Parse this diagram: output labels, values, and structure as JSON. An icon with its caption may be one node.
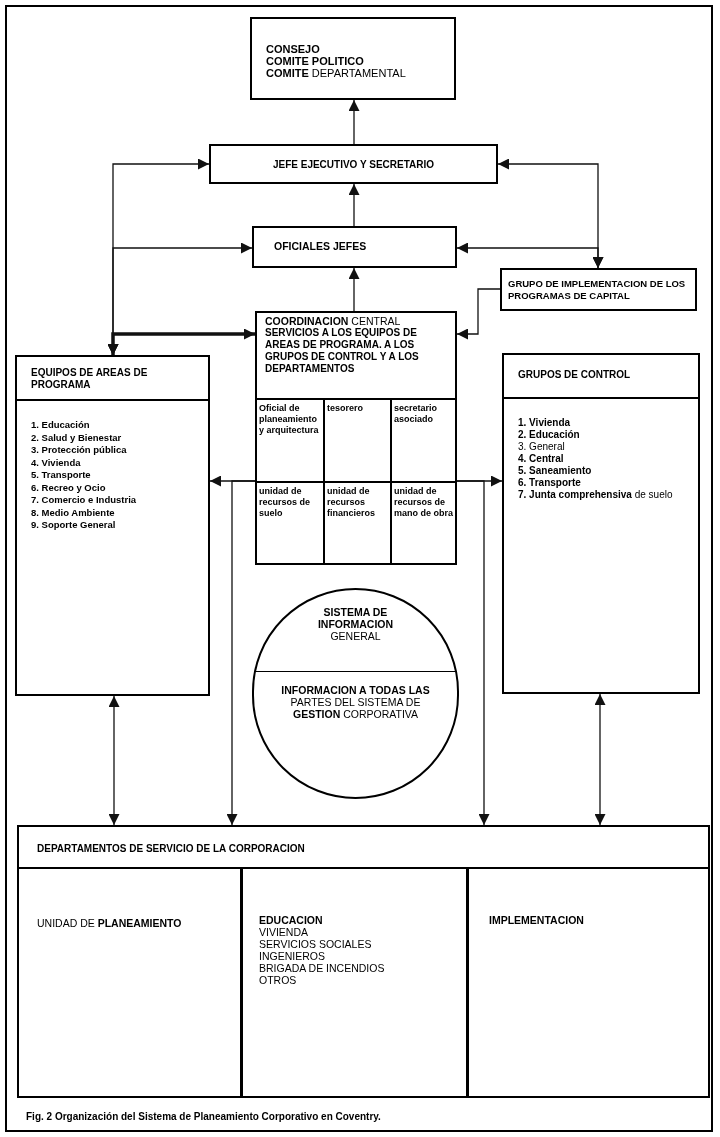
{
  "diagram": {
    "caption": "Fig. 2 Organización del Sistema de Planeamiento Corporativo en Coventry.",
    "nodes": [
      {
        "text": [
          "**CONSEJO**",
          "**COMITE POLITICO**",
          "**COMITE** DEPARTAMENTAL"
        ]
      },
      {
        "text": [
          "**JEFE EJECUTIVO Y SECRETARIO**"
        ]
      },
      {
        "text": [
          "**OFICIALES JEFES**"
        ]
      },
      {
        "text": [
          "**GRUPO DE IMPLEMENTACION DE LOS PROGRAMAS DE CAPITAL**"
        ]
      },
      {
        "text": [
          "**COORDINACION** CENTRAL",
          "**SERVICIOS A LOS EQUIPOS DE AREAS DE PROGRAMA. A LOS GRUPOS DE CONTROL Y A LOS DEPARTAMENTOS**"
        ]
      },
      {
        "text": [
          "**Oficial de planeamiento y arquitectura**"
        ],
        "in": 4
      },
      {
        "text": [
          "**tesorero**"
        ],
        "in": 4
      },
      {
        "text": [
          "**secretario asociado**"
        ],
        "in": 4
      },
      {
        "text": [
          "**unidad de recursos de suelo**"
        ],
        "in": 4
      },
      {
        "text": [
          "**unidad de recursos financieros**"
        ],
        "in": 4
      },
      {
        "text": [
          "**unidad de recursos de mano de obra**"
        ],
        "in": 4
      },
      {
        "text": [
          "**EQUIPOS DE AREAS DE PROGRAMA**",
          "**1. Educación**",
          "**2. Salud y Bienestar**",
          "**3. Protección pública**",
          "**4. Vivienda**",
          "**5. Transporte**",
          "**6. Recreo y Ocio**",
          "**7. Comercio e Industria**",
          "**8. Medio Ambiente**",
          "**9. Soporte General**"
        ]
      },
      {
        "text": [
          "**GRUPOS DE CONTROL**",
          "**1. Vivienda**",
          "**2. Educación**",
          "3. General",
          "**4. Central**",
          "**5. Saneamiento**",
          "**6. Transporte**",
          "**7. Junta comprehensiva** de suelo"
        ]
      },
      {
        "text": [
          "**SISTEMA DE INFORMACION** GENERAL",
          "**INFORMACION A TODAS LAS** PARTES DEL SISTEMA DE **GESTION** CORPORATIVA"
        ]
      },
      {
        "text": [
          "**DEPARTAMENTOS DE SERVICIO DE LA CORPORACION**"
        ]
      },
      {
        "text": [
          "UNIDAD DE **PLANEAMIENTO**"
        ],
        "in": 14
      },
      {
        "text": [
          "**EDUCACION**",
          "VIVIENDA",
          "SERVICIOS SOCIALES",
          "INGENIEROS",
          "BRIGADA DE INCENDIOS",
          "OTROS"
        ],
        "in": 14
      },
      {
        "text": [
          "**IMPLEMENTACION**"
        ],
        "in": 14
      }
    ],
    "edges": [
      {
        "from": 1,
        "to": 0,
        "arrow": "to"
      },
      {
        "from": 2,
        "to": 1,
        "arrow": "to"
      },
      {
        "from": 4,
        "to": 2,
        "arrow": "to"
      },
      {
        "from": 1,
        "to": 11,
        "arrow": "both"
      },
      {
        "from": 2,
        "to": 11,
        "arrow": "both"
      },
      {
        "from": 4,
        "to": 11,
        "arrow": "both",
        "style": "thick"
      },
      {
        "from": 1,
        "to": 3,
        "arrow": "both"
      },
      {
        "from": 2,
        "to": 3,
        "arrow": "both"
      },
      {
        "from": 3,
        "to": 4,
        "arrow": "to"
      },
      {
        "from": 11,
        "to": 12,
        "arrow": "both"
      },
      {
        "from": 4,
        "to": 14,
        "arrow": "to"
      },
      {
        "from": 4,
        "to": 14,
        "arrow": "to"
      },
      {
        "from": 11,
        "to": 14,
        "arrow": "both"
      },
      {
        "from": 12,
        "to": 14,
        "arrow": "both"
      }
    ]
  }
}
